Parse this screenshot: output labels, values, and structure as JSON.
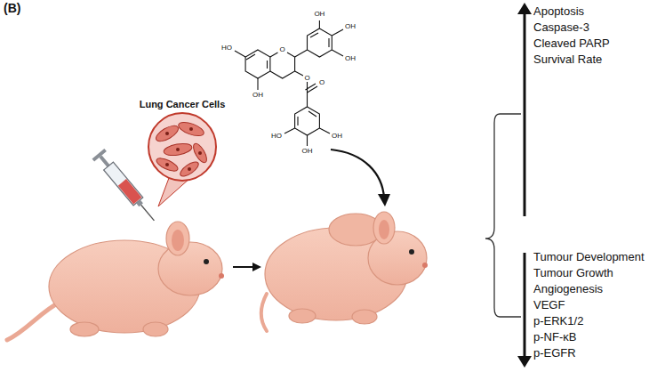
{
  "diagram": {
    "labels": [
      "(B)",
      "Lung Cancer Cells",
      "OH",
      "OH",
      "OH",
      "O",
      "HO",
      "OH",
      "O",
      "O",
      "HO",
      "OH",
      "OH",
      "Apoptosis",
      "Caspase-3",
      "Cleaved PARP",
      "Survival Rate",
      "Tumour Development",
      "Tumour Growth",
      "Angiogenesis",
      "VEGF",
      "p-ERK1/2",
      "p-NF-κB",
      "p-EGFR"
    ]
  }
}
